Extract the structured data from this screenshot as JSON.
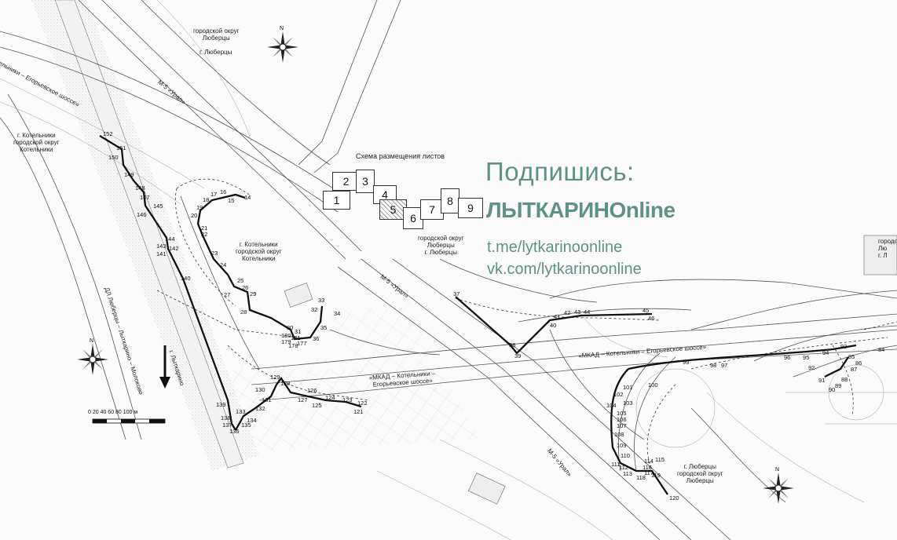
{
  "areas": {
    "top_center_1": "городской округ",
    "top_center_2": "Люберцы",
    "top_center_3": "г. Люберцы",
    "left_1": "г. Котельники",
    "left_2": "городской округ",
    "left_3": "Котельники",
    "mid_1": "г. Котельники",
    "mid_2": "городской округ",
    "mid_3": "Котельники",
    "center_1": "городской округ",
    "center_2": "Люберцы",
    "center_3": "г. Люберцы",
    "bottom_right_1": "г. Люберцы",
    "bottom_right_2": "городской округ",
    "bottom_right_3": "Люберцы",
    "far_right_1": "городской",
    "far_right_2": "Лю",
    "far_right_3": "г. Л"
  },
  "roads": {
    "kotelniki_egor": "Котельники – Егорьевское шоссе»",
    "m5_top": "М-5 «Урал»",
    "m5_center": "М-5 «Урал»",
    "m5_bottom": "М-5 «Урал»",
    "mkad_right": "«МКАД – Котельники – Егорьевское шоссе»",
    "mkad_center_1": "«МКАД – Котельники –",
    "mkad_center_2": "Егорьевское шоссе»",
    "lyubertsy_lytkarino": "ДЛ Люберцы – Лыткарино – Молоково",
    "lytkarino": "г. Лыткарино"
  },
  "sheet_scheme": {
    "title": "Схема размещения листов",
    "sheets": [
      "1",
      "2",
      "3",
      "4",
      "5",
      "6",
      "7",
      "8",
      "9"
    ]
  },
  "promo": {
    "title": "Подпишись:",
    "brand": "ЛЫТКАРИНОnline",
    "telegram": "t.me/lytkarinoonline",
    "vk": "vk.com/lytkarinoonline"
  },
  "scale": {
    "label": "0     20    40    60    80   100 м"
  },
  "points": {
    "p152": "152",
    "p151": "151",
    "p150": "150",
    "p149": "149",
    "p148": "148",
    "p147": "147",
    "p146": "146",
    "p145": "145",
    "p144": "144",
    "p143": "143",
    "p142": "142",
    "p141": "141",
    "p140": "140",
    "p139": "139",
    "p138": "138",
    "p137": "137",
    "p136": "136",
    "p135": "135",
    "p134": "134",
    "p133": "133",
    "p132": "132",
    "p131": "131",
    "p130": "130",
    "p129": "129",
    "p128": "128",
    "p127": "127",
    "p126": "126",
    "p125": "125",
    "p124": "124",
    "p123": "123",
    "p122": "122",
    "p121": "121",
    "p14": "14",
    "p15": "15",
    "p16": "16",
    "p17": "17",
    "p18": "18",
    "p19": "19",
    "p20": "20",
    "p21": "21",
    "p22": "22",
    "p23": "23",
    "p24": "24",
    "p25": "25",
    "p26": "26",
    "p27": "27",
    "p28": "28",
    "p29": "29",
    "p30": "30",
    "p31": "31",
    "p32": "32",
    "p33": "33",
    "p34": "34",
    "p35": "35",
    "p36": "36",
    "p177": "177",
    "p178": "178",
    "p179": "179",
    "p180": "180",
    "p181": "181",
    "p37": "37",
    "p38": "38",
    "p39": "39",
    "p40": "40",
    "p41": "41",
    "p42": "42",
    "p43": "43",
    "p44": "44",
    "p45": "45",
    "p46": "46",
    "p84": "84",
    "p85": "85",
    "p86": "86",
    "p87": "87",
    "p88": "88",
    "p89": "89",
    "p90": "90",
    "p91": "91",
    "p92": "92",
    "p93": "93",
    "p94": "94",
    "p95": "95",
    "p96": "96",
    "p97": "97",
    "p98": "98",
    "p99": "99",
    "p100": "100",
    "p101": "101",
    "p102": "102",
    "p103": "103",
    "p104": "104",
    "p105": "105",
    "p106": "106",
    "p107": "107",
    "p108": "108",
    "p109": "109",
    "p110": "110",
    "p111": "111",
    "p112": "112",
    "p113": "113",
    "p114": "114",
    "p115": "115",
    "p116": "116",
    "p117": "117",
    "p118": "118",
    "p119": "119",
    "p120": "120"
  }
}
